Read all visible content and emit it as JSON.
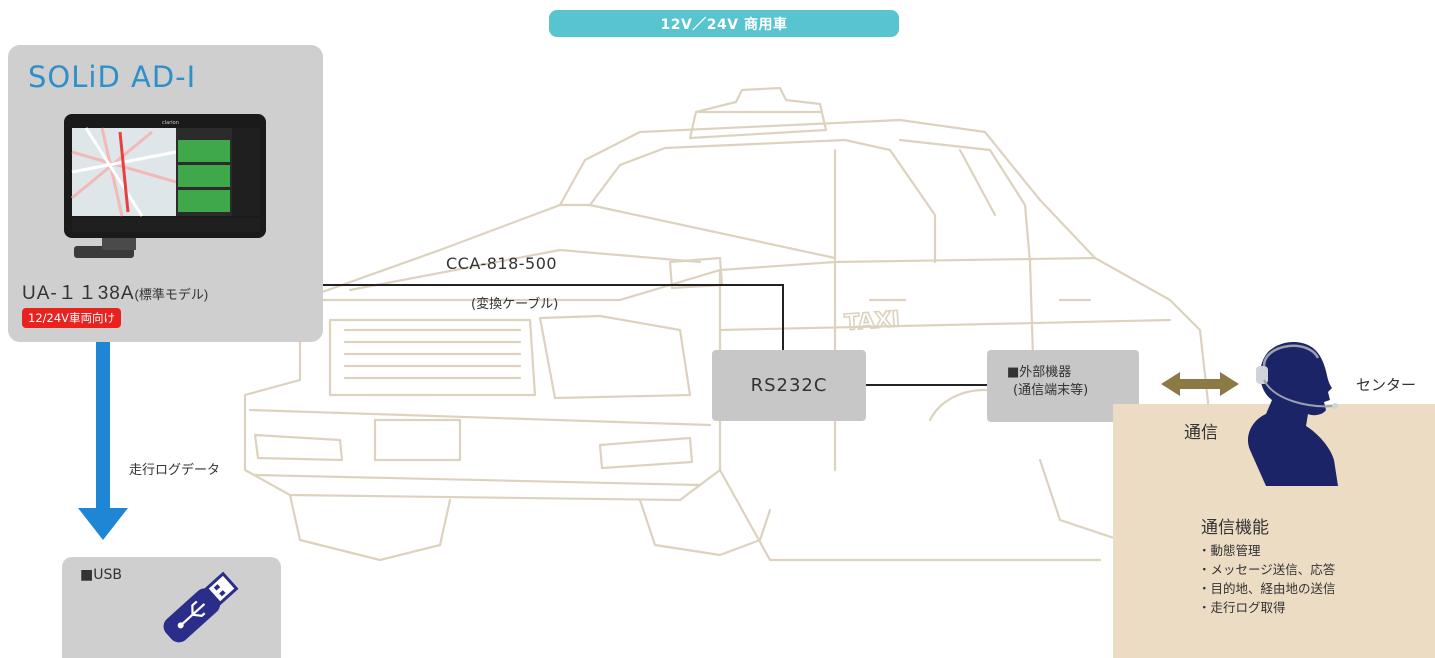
{
  "header": {
    "label": "12V／24V 商用車"
  },
  "device": {
    "brand": "SOLiD AD-I",
    "model": "UA-１１38A",
    "model_note": "(標準モデル)",
    "badge": "12/24V車両向け",
    "screen_brand": "clarion"
  },
  "cable": {
    "name": "CCA-818-500",
    "description": "(変換ケーブル)"
  },
  "rs232c": {
    "label": "RS232C"
  },
  "external_device": {
    "label": "■外部機器",
    "sub": "(通信端末等)"
  },
  "communication": {
    "label": "通信"
  },
  "center": {
    "label": "センター"
  },
  "functions": {
    "title": "通信機能",
    "items": [
      "・動態管理",
      "・メッセージ送信、応答",
      "・目的地、経由地の送信",
      "・走行ログ取得"
    ]
  },
  "log": {
    "label": "走行ログデータ"
  },
  "usb": {
    "label": "■USB"
  },
  "taxi": {
    "sign": "TAXI"
  },
  "colors": {
    "header_bg": "#57c4cf",
    "card_bg": "#cfcfcf",
    "box_bg": "#c7c7c7",
    "center_bg": "#ecdcc4",
    "taxi_outline": "#ddd2bf",
    "arrow_blue": "#1f86d6",
    "arrow_gold": "#8c7a45",
    "brand_blue": "#2f8fc9",
    "badge_red": "#e8231f",
    "person_navy": "#1b2466"
  }
}
